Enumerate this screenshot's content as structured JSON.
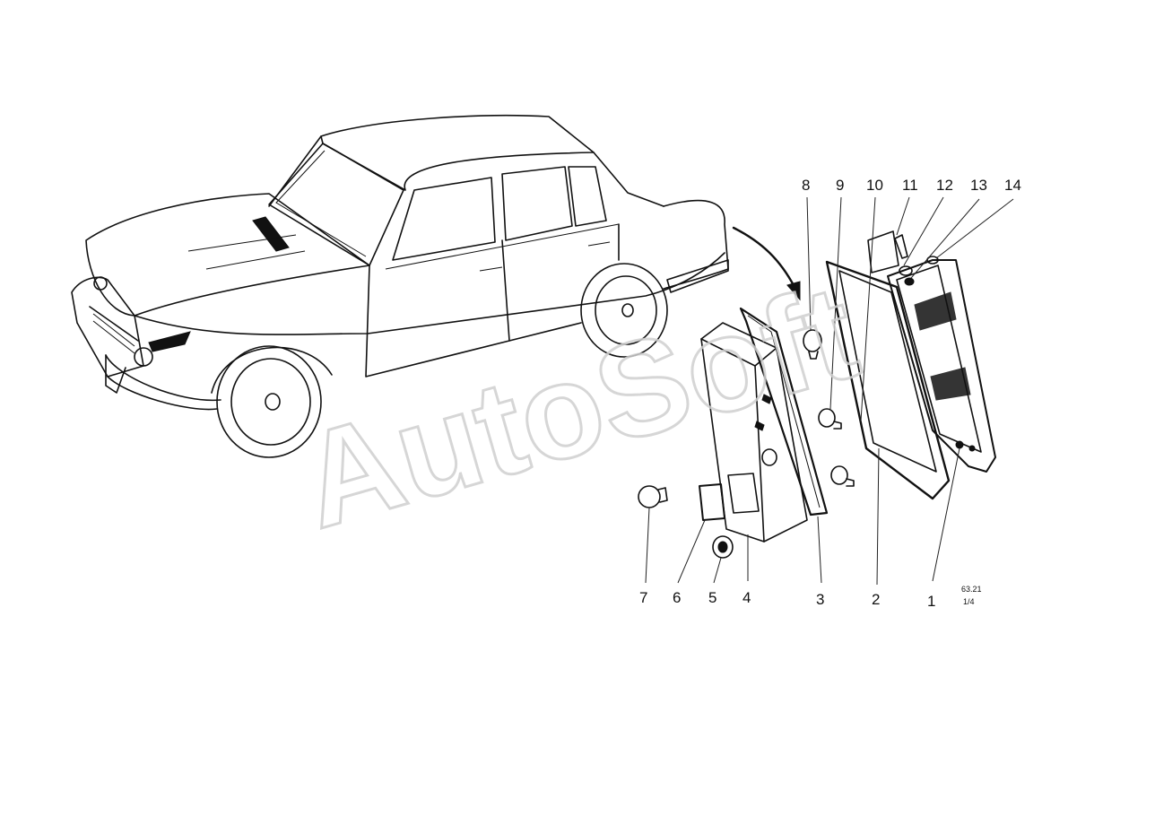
{
  "diagram": {
    "callouts": [
      "1",
      "2",
      "3",
      "4",
      "5",
      "6",
      "7",
      "8",
      "9",
      "10",
      "11",
      "12",
      "13",
      "14"
    ],
    "reference_code": "63.21",
    "reference_sub": "1/4",
    "watermark": "AutoSoft"
  }
}
